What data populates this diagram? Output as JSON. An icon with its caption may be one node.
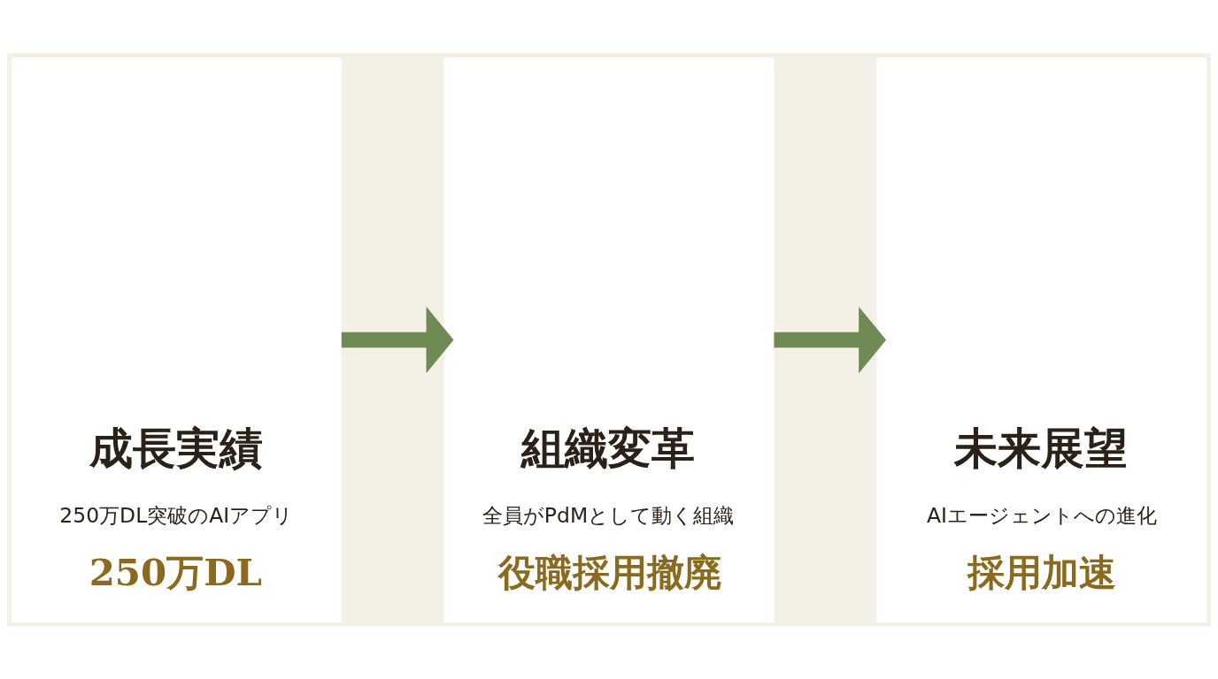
{
  "diagram": {
    "nodes": [
      {
        "text": [
          "成長実績",
          "250万DL突破のAIアプリ",
          "250万DL"
        ]
      },
      {
        "text": [
          "組織変革",
          "全員がPdMとして動く組織",
          "役職採用撤廃"
        ]
      },
      {
        "text": [
          "未来展望",
          "AIエージェントへの進化",
          "採用加速"
        ]
      }
    ],
    "edges": [
      {
        "from": 0,
        "to": 1,
        "arrow": "to"
      },
      {
        "from": 1,
        "to": 2,
        "arrow": "to"
      }
    ]
  }
}
